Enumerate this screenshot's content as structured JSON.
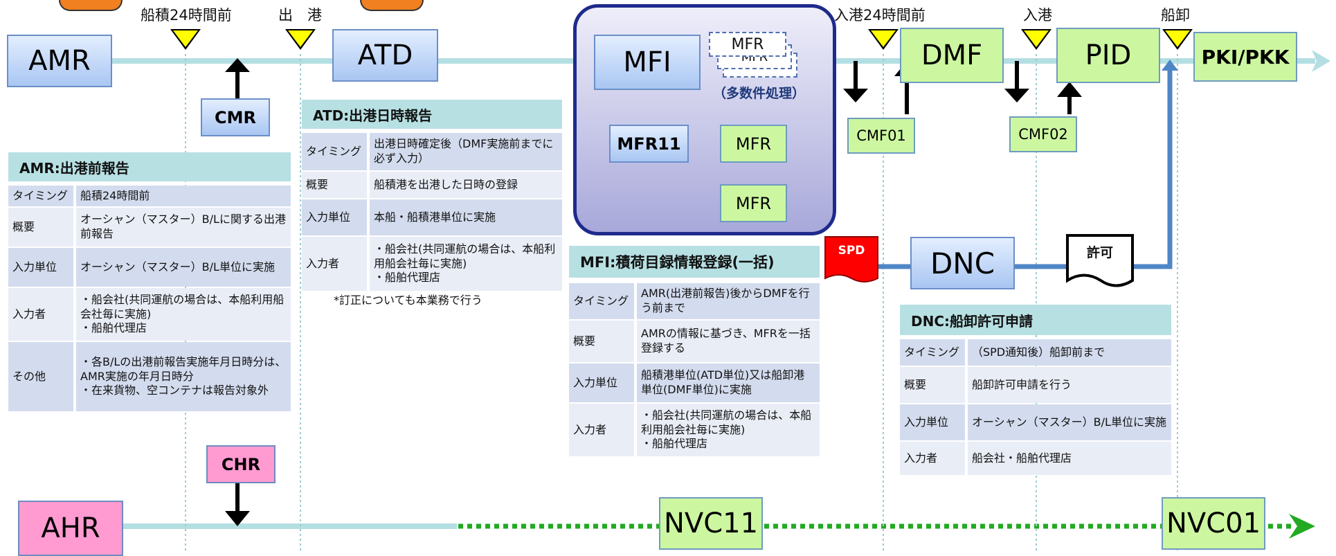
{
  "timeline_labels": {
    "funazumi24": "船積24時間前",
    "shukko": "出　港",
    "nyuko24": "入港24時間前",
    "nyuko": "入港",
    "funaoroshi": "船卸"
  },
  "nodes": {
    "amr": "AMR",
    "cmr": "CMR",
    "atd": "ATD",
    "mfi": "MFI",
    "mfr_stack": "MFR",
    "mfr_stack2": "MFR",
    "mfr_stack3": "MFR",
    "batch_note": "（多数件処理）",
    "mfr11": "MFR11",
    "mfr_a": "MFR",
    "mfr_b": "MFR",
    "dmf": "DMF",
    "pid": "PID",
    "pki": "PKI/PKK",
    "cmf01": "CMF01",
    "cmf02": "CMF02",
    "spd": "SPD",
    "dnc": "DNC",
    "kyoka": "許可",
    "chr": "CHR",
    "ahr": "AHR",
    "nvc11": "NVC11",
    "nvc01": "NVC01"
  },
  "amr_table": {
    "title": "AMR:出港前報告",
    "rows": [
      {
        "k": "タイミング",
        "v": "船積24時間前"
      },
      {
        "k": "概要",
        "v": "オーシャン（マスター）B/Lに関する出港前報告"
      },
      {
        "k": "入力単位",
        "v": "オーシャン（マスター）B/L単位に実施"
      },
      {
        "k": "入力者",
        "v": "・船会社(共同運航の場合は、本船利用船会社毎に実施)\n・船舶代理店"
      },
      {
        "k": "その他",
        "v": "・各B/Lの出港前報告実施年月日時分は、AMR実施の年月日時分\n・在来貨物、空コンテナは報告対象外"
      }
    ]
  },
  "atd_table": {
    "title": "ATD:出港日時報告",
    "rows": [
      {
        "k": "タイミング",
        "v": "出港日時確定後（DMF実施前までに必ず入力）"
      },
      {
        "k": "概要",
        "v": "船積港を出港した日時の登録"
      },
      {
        "k": "入力単位",
        "v": "本船・船積港単位に実施"
      },
      {
        "k": "入力者",
        "v": "・船会社(共同運航の場合は、本船利用船会社毎に実施)\n・船舶代理店"
      }
    ],
    "note": "*訂正についても本業務で行う"
  },
  "mfi_table": {
    "title": "MFI:積荷目録情報登録(一括)",
    "rows": [
      {
        "k": "タイミング",
        "v": "AMR(出港前報告)後からDMFを行う前まで"
      },
      {
        "k": "概要",
        "v": "AMRの情報に基づき、MFRを一括登録する"
      },
      {
        "k": "入力単位",
        "v": "船積港単位(ATD単位)又は船卸港単位(DMF単位)に実施"
      },
      {
        "k": "入力者",
        "v": "・船会社(共同運航の場合は、本船利用船会社毎に実施)\n・船舶代理店"
      }
    ]
  },
  "dnc_table": {
    "title": "DNC:船卸許可申請",
    "rows": [
      {
        "k": "タイミング",
        "v": "（SPD通知後）船卸前まで"
      },
      {
        "k": "概要",
        "v": "船卸許可申請を行う"
      },
      {
        "k": "入力単位",
        "v": "オーシャン（マスター）B/L単位に実施"
      },
      {
        "k": "入力者",
        "v": "船会社・船舶代理店"
      }
    ]
  },
  "colors": {
    "timeline": "#b4dfe2",
    "green_dotted": "#22aa22",
    "mfi_box": "#1f2a8c"
  }
}
